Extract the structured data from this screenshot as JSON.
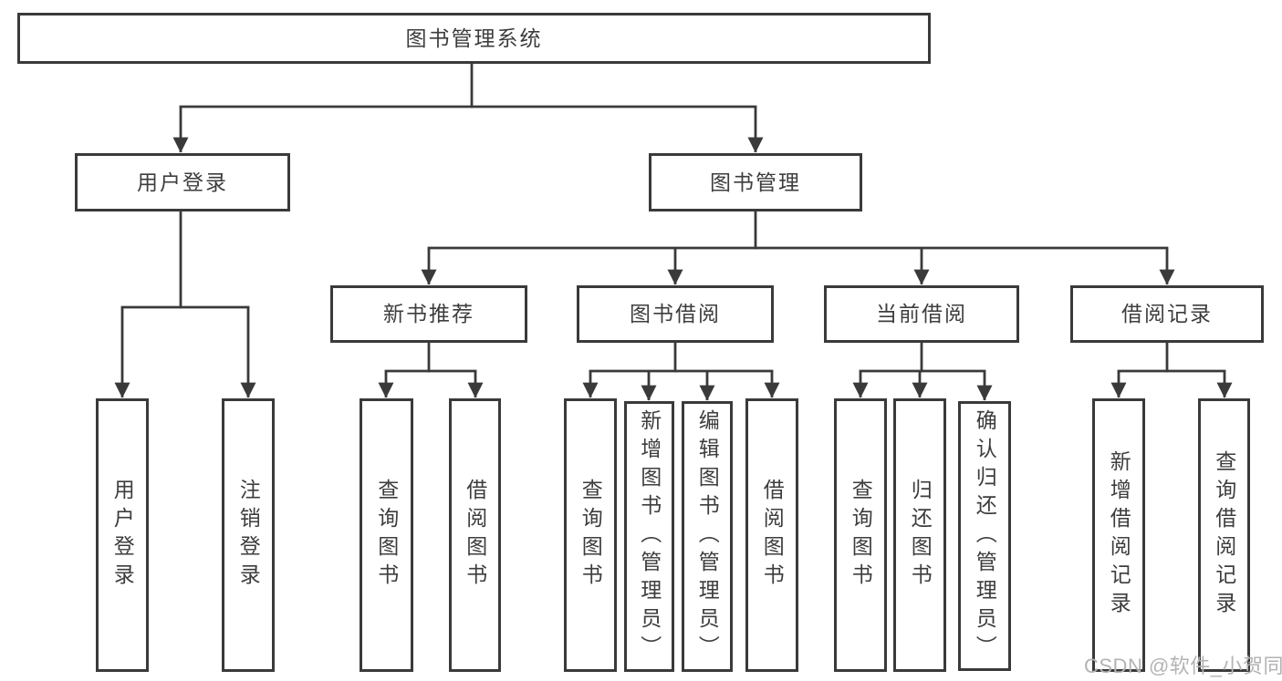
{
  "tree": {
    "root": {
      "label": "图书管理系统",
      "children": [
        {
          "label": "用户登录",
          "children": [
            {
              "label": "用户登录"
            },
            {
              "label": "注销登录"
            }
          ]
        },
        {
          "label": "图书管理",
          "children": [
            {
              "label": "新书推荐",
              "children": [
                {
                  "label": "查询图书"
                },
                {
                  "label": "借阅图书"
                }
              ]
            },
            {
              "label": "图书借阅",
              "children": [
                {
                  "label": "查询图书"
                },
                {
                  "label": "新增图书（管理员）"
                },
                {
                  "label": "编辑图书（管理员）"
                },
                {
                  "label": "借阅图书"
                }
              ]
            },
            {
              "label": "当前借阅",
              "children": [
                {
                  "label": "查询图书"
                },
                {
                  "label": "归还图书"
                },
                {
                  "label": "确认归还（管理员）"
                }
              ]
            },
            {
              "label": "借阅记录",
              "children": [
                {
                  "label": "新增借阅记录"
                },
                {
                  "label": "查询借阅记录"
                }
              ]
            }
          ]
        }
      ]
    }
  },
  "watermark": {
    "text": "CSDN @软件_小贺同学"
  },
  "colors": {
    "line": "#3a3a3a",
    "text": "#3d3d3d",
    "box_bg": "#ffffff",
    "watermark": "#b3b3b3"
  }
}
